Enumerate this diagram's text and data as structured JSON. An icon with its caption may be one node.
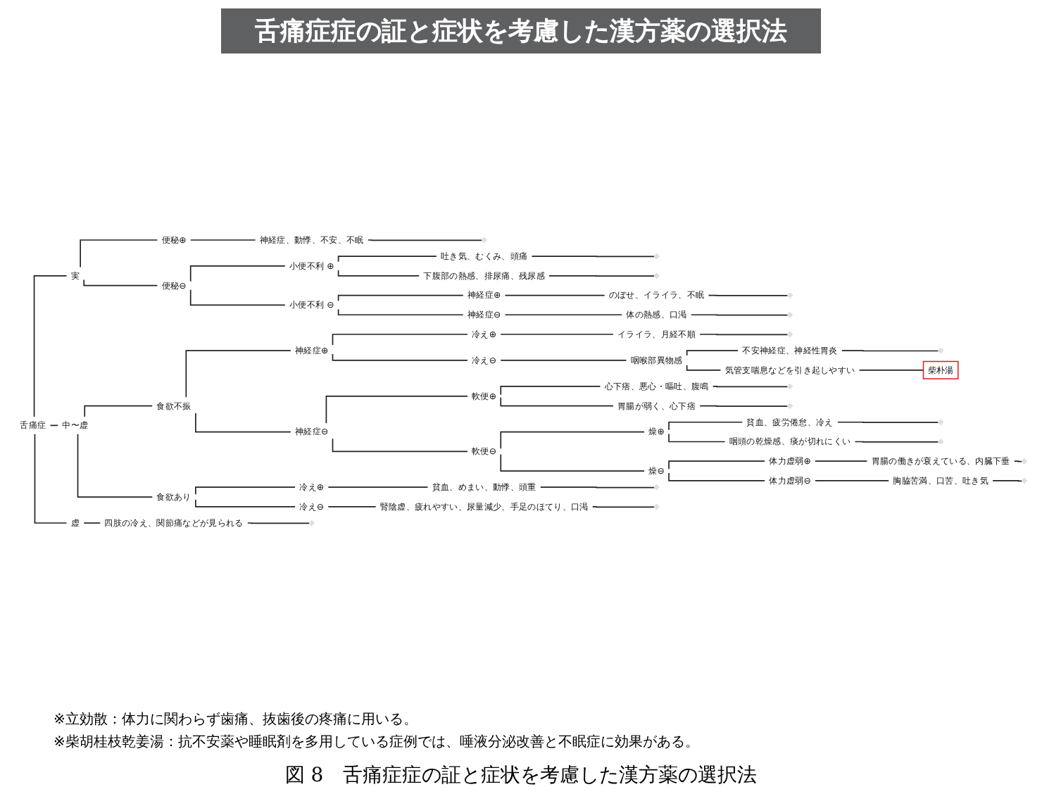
{
  "diagram": {
    "title": "舌痛症症の証と症状を考慮した漢方薬の選択法",
    "caption": "図 8　舌痛症症の証と症状を考慮した漢方薬の選択法",
    "nodes": [
      {
        "text": [
          "舌痛症"
        ]
      },
      {
        "text": [
          "実"
        ]
      },
      {
        "text": [
          "便秘⊕"
        ]
      },
      {
        "text": [
          "神経症、動悸、不安、不眠"
        ]
      },
      {
        "text": [],
        "shape": "box"
      },
      {
        "text": [
          "便秘⊖"
        ]
      },
      {
        "text": [
          "小便不利 ⊕"
        ]
      },
      {
        "text": [
          "吐き気、むくみ、頭痛"
        ]
      },
      {
        "text": [],
        "shape": "box"
      },
      {
        "text": [
          "下腹部の熱感、排尿痛、残尿感"
        ]
      },
      {
        "text": [],
        "shape": "box"
      },
      {
        "text": [
          "小便不利 ⊖"
        ]
      },
      {
        "text": [
          "神経症⊕"
        ]
      },
      {
        "text": [
          "のぼせ、イライラ、不眠"
        ]
      },
      {
        "text": [],
        "shape": "box"
      },
      {
        "text": [
          "神経症⊖"
        ]
      },
      {
        "text": [
          "体の熱感、口渇"
        ]
      },
      {
        "text": [],
        "shape": "box"
      },
      {
        "text": [
          "中〜虚"
        ]
      },
      {
        "text": [
          "食欲不振"
        ]
      },
      {
        "text": [
          "神経症⊕"
        ]
      },
      {
        "text": [
          "冷え⊕"
        ]
      },
      {
        "text": [
          "イライラ、月経不順"
        ]
      },
      {
        "text": [],
        "shape": "box"
      },
      {
        "text": [
          "冷え⊖"
        ]
      },
      {
        "text": [
          "咽喉部異物感"
        ]
      },
      {
        "text": [
          "不安神経症、神経性胃炎"
        ]
      },
      {
        "text": [],
        "shape": "box"
      },
      {
        "text": [
          "気管支喘息などを引き起しやすい"
        ]
      },
      {
        "text": [
          "柴朴湯"
        ]
      },
      {
        "text": [
          "神経症⊖"
        ]
      },
      {
        "text": [
          "軟便⊕"
        ]
      },
      {
        "text": [
          "心下痞、悪心・嘔吐、腹鳴"
        ]
      },
      {
        "text": [],
        "shape": "box"
      },
      {
        "text": [
          "胃腸が弱く、心下痞"
        ]
      },
      {
        "text": [],
        "shape": "box"
      },
      {
        "text": [
          "軟便⊖"
        ]
      },
      {
        "text": [
          "燥⊕"
        ]
      },
      {
        "text": [
          "貧血、疲労倦怠、冷え"
        ]
      },
      {
        "text": [],
        "shape": "box"
      },
      {
        "text": [
          "咽頭の乾燥感、痰が切れにくい"
        ]
      },
      {
        "text": [],
        "shape": "box"
      },
      {
        "text": [
          "燥⊖"
        ]
      },
      {
        "text": [
          "体力虚弱⊕"
        ]
      },
      {
        "text": [
          "胃腸の働きが衰えている、内臓下垂"
        ]
      },
      {
        "text": [],
        "shape": "box"
      },
      {
        "text": [
          "体力虚弱⊖"
        ]
      },
      {
        "text": [
          "胸脇苦満、口苦、吐き気"
        ]
      },
      {
        "text": [],
        "shape": "box"
      },
      {
        "text": [
          "食欲あり"
        ]
      },
      {
        "text": [
          "冷え⊕"
        ]
      },
      {
        "text": [
          "貧血、めまい、動悸、頭重"
        ]
      },
      {
        "text": [],
        "shape": "box"
      },
      {
        "text": [
          "冷え⊖"
        ]
      },
      {
        "text": [
          "腎陰虚、疲れやすい、尿量減少、手足のほてり、口渇"
        ]
      },
      {
        "text": [],
        "shape": "box"
      },
      {
        "text": [
          "虚"
        ]
      },
      {
        "text": [
          "四肢の冷え、関節痛などが見られる"
        ]
      },
      {
        "text": [],
        "shape": "box"
      }
    ],
    "edges": [
      {
        "from": 0,
        "to": 1,
        "arrow": "none"
      },
      {
        "from": 1,
        "to": 2,
        "arrow": "none"
      },
      {
        "from": 2,
        "to": 3,
        "arrow": "none"
      },
      {
        "from": 3,
        "to": 4,
        "arrow": "none"
      },
      {
        "from": 1,
        "to": 5,
        "arrow": "none"
      },
      {
        "from": 5,
        "to": 6,
        "arrow": "none"
      },
      {
        "from": 6,
        "to": 7,
        "arrow": "none"
      },
      {
        "from": 7,
        "to": 8,
        "arrow": "none"
      },
      {
        "from": 6,
        "to": 9,
        "arrow": "none"
      },
      {
        "from": 9,
        "to": 10,
        "arrow": "none"
      },
      {
        "from": 5,
        "to": 11,
        "arrow": "none"
      },
      {
        "from": 11,
        "to": 12,
        "arrow": "none"
      },
      {
        "from": 12,
        "to": 13,
        "arrow": "none"
      },
      {
        "from": 13,
        "to": 14,
        "arrow": "none"
      },
      {
        "from": 11,
        "to": 15,
        "arrow": "none"
      },
      {
        "from": 15,
        "to": 16,
        "arrow": "none"
      },
      {
        "from": 16,
        "to": 17,
        "arrow": "none"
      },
      {
        "from": 0,
        "to": 18,
        "arrow": "none"
      },
      {
        "from": 18,
        "to": 19,
        "arrow": "none"
      },
      {
        "from": 19,
        "to": 20,
        "arrow": "none"
      },
      {
        "from": 20,
        "to": 21,
        "arrow": "none"
      },
      {
        "from": 21,
        "to": 22,
        "arrow": "none"
      },
      {
        "from": 22,
        "to": 23,
        "arrow": "none"
      },
      {
        "from": 20,
        "to": 24,
        "arrow": "none"
      },
      {
        "from": 24,
        "to": 25,
        "arrow": "none"
      },
      {
        "from": 25,
        "to": 26,
        "arrow": "none"
      },
      {
        "from": 26,
        "to": 27,
        "arrow": "none"
      },
      {
        "from": 25,
        "to": 28,
        "arrow": "none"
      },
      {
        "from": 28,
        "to": 29,
        "arrow": "none"
      },
      {
        "from": 19,
        "to": 30,
        "arrow": "none"
      },
      {
        "from": 30,
        "to": 31,
        "arrow": "none"
      },
      {
        "from": 31,
        "to": 32,
        "arrow": "none"
      },
      {
        "from": 32,
        "to": 33,
        "arrow": "none"
      },
      {
        "from": 31,
        "to": 34,
        "arrow": "none"
      },
      {
        "from": 34,
        "to": 35,
        "arrow": "none"
      },
      {
        "from": 30,
        "to": 36,
        "arrow": "none"
      },
      {
        "from": 36,
        "to": 37,
        "arrow": "none"
      },
      {
        "from": 37,
        "to": 38,
        "arrow": "none"
      },
      {
        "from": 38,
        "to": 39,
        "arrow": "none"
      },
      {
        "from": 37,
        "to": 40,
        "arrow": "none"
      },
      {
        "from": 40,
        "to": 41,
        "arrow": "none"
      },
      {
        "from": 36,
        "to": 42,
        "arrow": "none"
      },
      {
        "from": 42,
        "to": 43,
        "arrow": "none"
      },
      {
        "from": 43,
        "to": 44,
        "arrow": "none"
      },
      {
        "from": 44,
        "to": 45,
        "arrow": "none"
      },
      {
        "from": 42,
        "to": 46,
        "arrow": "none"
      },
      {
        "from": 46,
        "to": 47,
        "arrow": "none"
      },
      {
        "from": 47,
        "to": 48,
        "arrow": "none"
      },
      {
        "from": 18,
        "to": 49,
        "arrow": "none"
      },
      {
        "from": 49,
        "to": 50,
        "arrow": "none"
      },
      {
        "from": 50,
        "to": 51,
        "arrow": "none"
      },
      {
        "from": 51,
        "to": 52,
        "arrow": "none"
      },
      {
        "from": 49,
        "to": 53,
        "arrow": "none"
      },
      {
        "from": 53,
        "to": 54,
        "arrow": "none"
      },
      {
        "from": 54,
        "to": 55,
        "arrow": "none"
      },
      {
        "from": 0,
        "to": 56,
        "arrow": "none"
      },
      {
        "from": 56,
        "to": 57,
        "arrow": "none"
      },
      {
        "from": 57,
        "to": 58,
        "arrow": "none"
      }
    ],
    "labels": [
      "※立効散：体力に関わらず歯痛、抜歯後の疼痛に用いる。",
      "※柴胡桂枝乾姜湯：抗不安薬や睡眠剤を多用している症例では、唾液分泌改善と不眠症に効果がある。"
    ]
  }
}
